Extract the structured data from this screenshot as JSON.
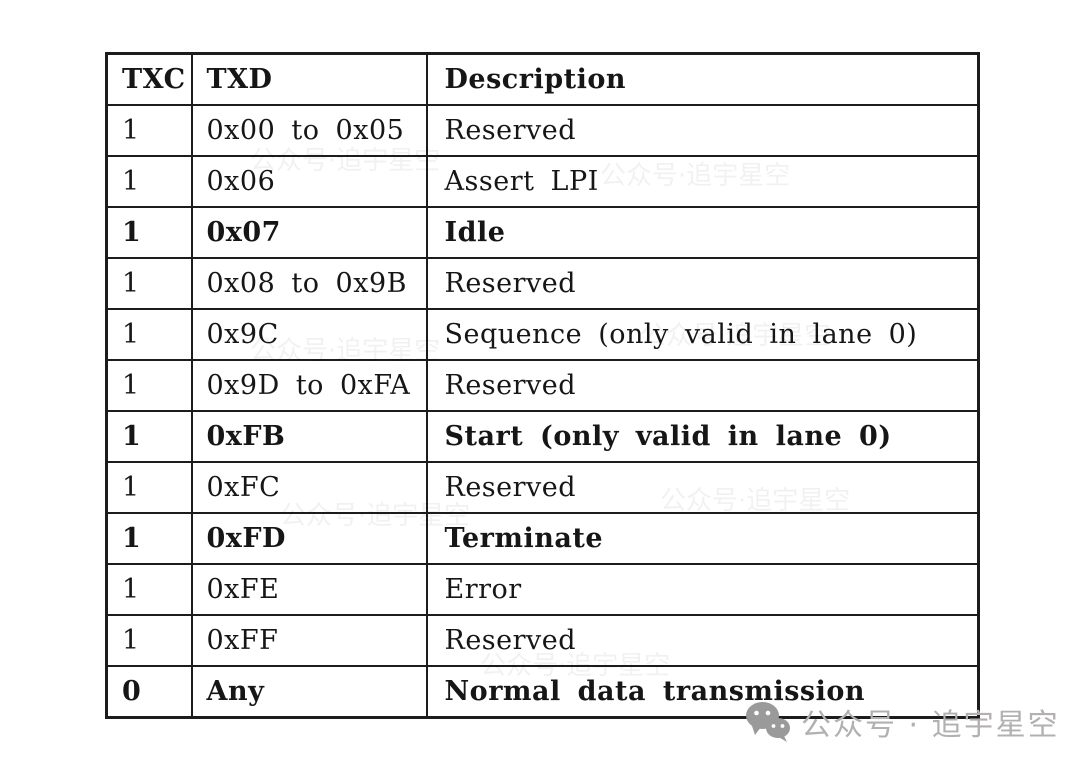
{
  "colors": {
    "background": "#ffffff",
    "border": "#1c1c1c",
    "text": "#161616",
    "watermark_gray": "#b2b0b0",
    "watermark_icon_gray": "#9a9a9a"
  },
  "table": {
    "headers": [
      "TXC",
      "TXD",
      "Description"
    ],
    "rows": [
      {
        "txc": "1",
        "txd": "0x00 to 0x05",
        "desc": "Reserved",
        "bold": false
      },
      {
        "txc": "1",
        "txd": "0x06",
        "desc": "Assert LPI",
        "bold": false
      },
      {
        "txc": "1",
        "txd": "0x07",
        "desc": "Idle",
        "bold": true
      },
      {
        "txc": "1",
        "txd": "0x08 to 0x9B",
        "desc": "Reserved",
        "bold": false
      },
      {
        "txc": "1",
        "txd": "0x9C",
        "desc": "Sequence (only valid in lane 0)",
        "bold": false
      },
      {
        "txc": "1",
        "txd": "0x9D to 0xFA",
        "desc": "Reserved",
        "bold": false
      },
      {
        "txc": "1",
        "txd": "0xFB",
        "desc": "Start (only valid in lane 0)",
        "bold": true
      },
      {
        "txc": "1",
        "txd": "0xFC",
        "desc": "Reserved",
        "bold": false
      },
      {
        "txc": "1",
        "txd": "0xFD",
        "desc": "Terminate",
        "bold": true
      },
      {
        "txc": "1",
        "txd": "0xFE",
        "desc": "Error",
        "bold": false
      },
      {
        "txc": "1",
        "txd": "0xFF",
        "desc": "Reserved",
        "bold": false
      },
      {
        "txc": "0",
        "txd": "Any",
        "desc": "Normal data transmission",
        "bold": true
      }
    ]
  },
  "watermark": {
    "icon": "wechat-icon",
    "text": "公众号 · 追宇星空",
    "ghost_text": "公众号·追宇星空"
  }
}
